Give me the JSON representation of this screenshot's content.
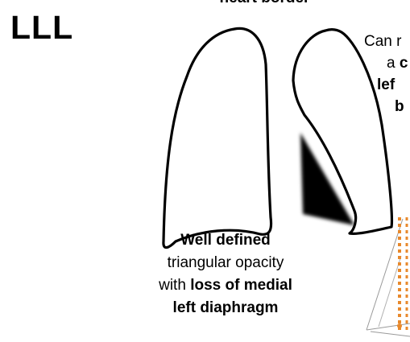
{
  "title": "LLL",
  "top_text_cut": "heart border",
  "right_note": {
    "line1": "Can r",
    "line2_prefix": "a ",
    "line2_bold": "c",
    "line3_bold": "lef",
    "line4_bold": "b"
  },
  "caption": {
    "line1_bold": "Well defined",
    "line2": "triangular opacity",
    "line3_prefix": "with ",
    "line3_bold": "loss of medial",
    "line4_bold": "left diaphragm"
  },
  "colors": {
    "outline": "#000000",
    "opacity_fill": "#000000",
    "marker_dots": "#e8892c",
    "fine_lines": "#9a9a9a"
  }
}
